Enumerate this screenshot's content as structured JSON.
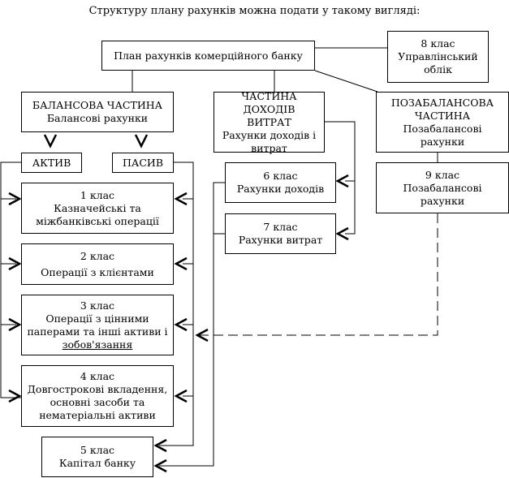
{
  "caption": "Структуру плану рахунків можна подати у такому вигляді:",
  "root": {
    "label": "План рахунків комерційного банку"
  },
  "class8": {
    "line1": "8 клас",
    "line2": "Управлінський",
    "line3": "облік"
  },
  "balance": {
    "line1": "БАЛАНСОВА ЧАСТИНА",
    "line2": "Балансові рахунки"
  },
  "income": {
    "line1": "ЧАСТИНА ДОХОДІВ",
    "line2": "ВИТРАТ",
    "line3": "Рахунки доходів і",
    "line4": "витрат"
  },
  "offbalance": {
    "line1": "ПОЗАБАЛАНСОВА",
    "line2": "ЧАСТИНА",
    "line3": "Позабалансові",
    "line4": "рахунки"
  },
  "active": {
    "label": "АКТИВ"
  },
  "passive": {
    "label": "ПАСИВ"
  },
  "class1": {
    "line1": "1 клас",
    "line2": "Казначейські та",
    "line3": "міжбанківські операції"
  },
  "class2": {
    "line1": "2 клас",
    "line2": "Операції з клієнтами"
  },
  "class3": {
    "line1": "3 клас",
    "line2": "Операції з цінними",
    "line3": "паперами та інші активи і",
    "line4": "зобов'язання"
  },
  "class4": {
    "line1": "4 клас",
    "line2": "Довгострокові вкладення,",
    "line3": "основні засоби та",
    "line4": "нематеріальні активи"
  },
  "class5": {
    "line1": "5 клас",
    "line2": "Капітал банку"
  },
  "class6": {
    "line1": "6 клас",
    "line2": "Рахунки доходів"
  },
  "class7": {
    "line1": "7 клас",
    "line2": "Рахунки витрат"
  },
  "class9": {
    "line1": "9 клас",
    "line2": "Позабалансові",
    "line3": "рахунки"
  }
}
